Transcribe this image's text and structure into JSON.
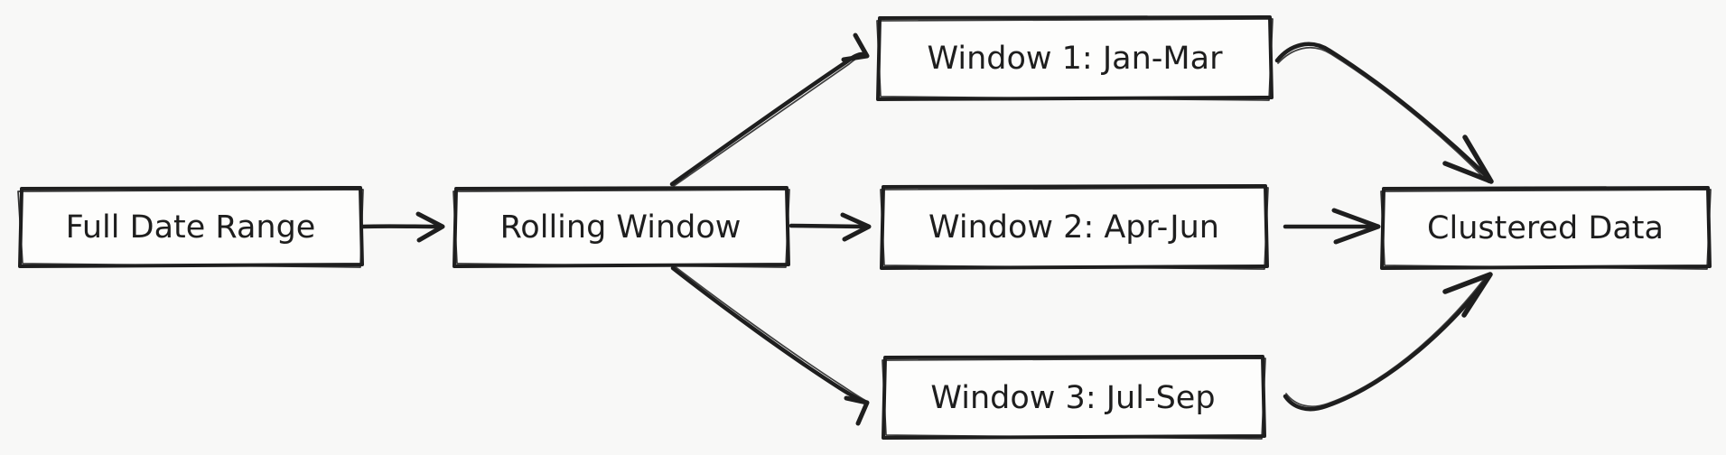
{
  "app": {
    "type": "hand-drawn-flow-diagram",
    "background_color": "#f8f8f7",
    "ink_color": "#1e1e1e",
    "node_fill_color": "#fdfdfc"
  },
  "nodes": [
    {
      "id": "full-date-range",
      "label": "Full Date Range"
    },
    {
      "id": "rolling-window",
      "label": "Rolling Window"
    },
    {
      "id": "window-1",
      "label": "Window 1: Jan-Mar"
    },
    {
      "id": "window-2",
      "label": "Window 2: Apr-Jun"
    },
    {
      "id": "window-3",
      "label": "Window 3: Jul-Sep"
    },
    {
      "id": "clustered-data",
      "label": "Clustered Data"
    }
  ],
  "edges": [
    {
      "from": "full-date-range",
      "to": "rolling-window"
    },
    {
      "from": "rolling-window",
      "to": "window-1"
    },
    {
      "from": "rolling-window",
      "to": "window-2"
    },
    {
      "from": "rolling-window",
      "to": "window-3"
    },
    {
      "from": "window-1",
      "to": "clustered-data"
    },
    {
      "from": "window-2",
      "to": "clustered-data"
    },
    {
      "from": "window-3",
      "to": "clustered-data"
    }
  ]
}
